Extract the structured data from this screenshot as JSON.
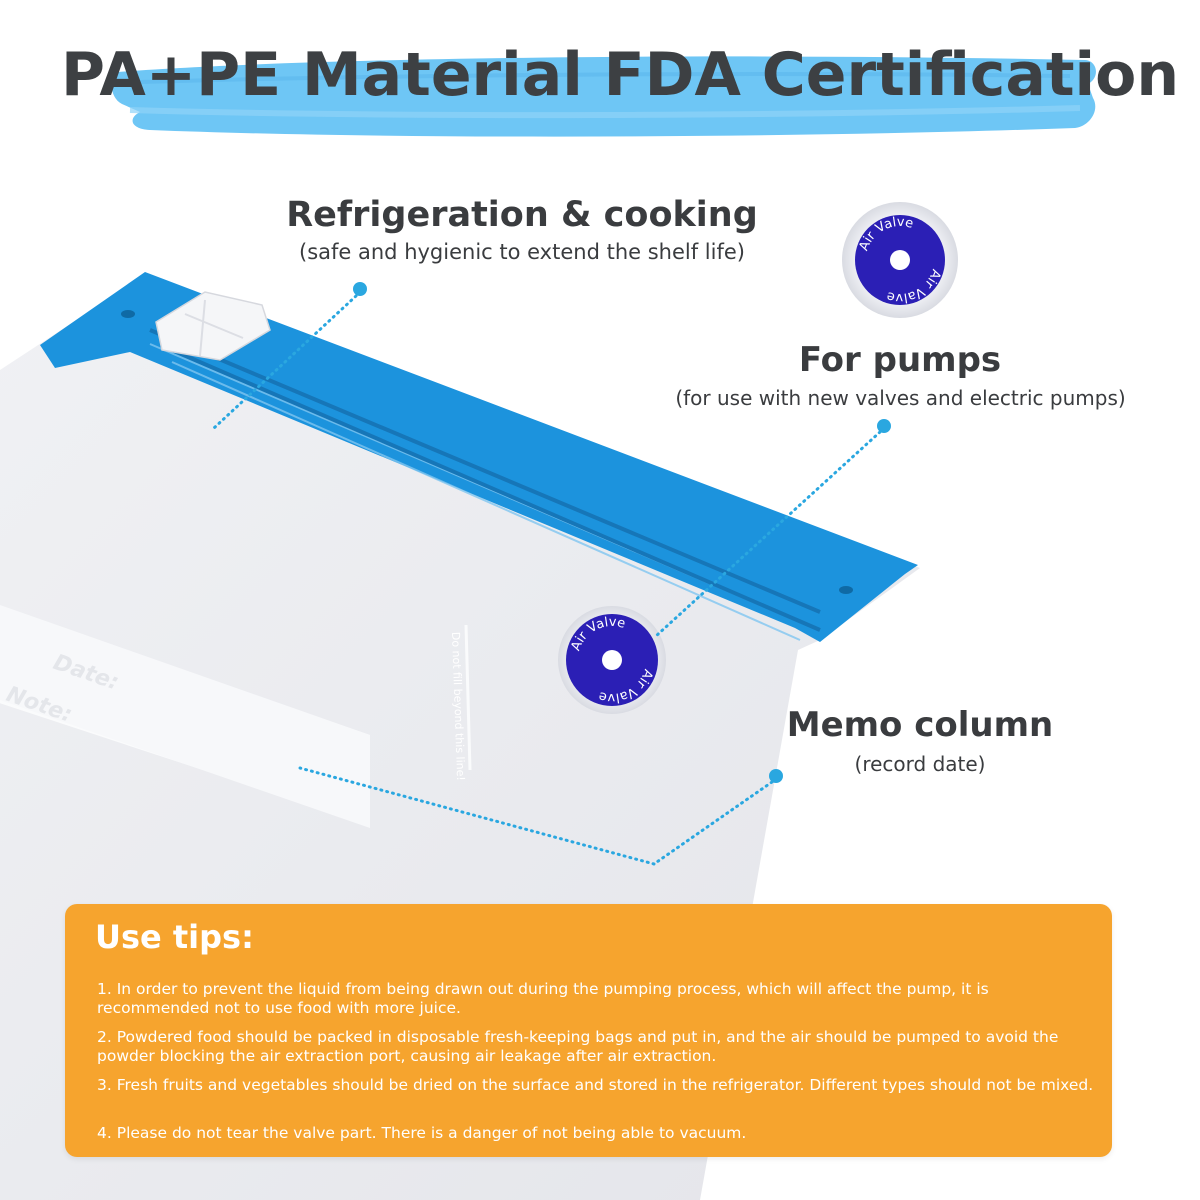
{
  "header": {
    "title": "PA+PE Material  FDA Certification"
  },
  "features": {
    "refrigeration": {
      "title": "Refrigeration & cooking",
      "subtitle": "(safe and hygienic to extend the shelf life)"
    },
    "pumps": {
      "title": "For pumps",
      "subtitle": "(for use with new valves and electric pumps)"
    },
    "memo": {
      "title": "Memo column",
      "subtitle": "(record date)"
    }
  },
  "valve": {
    "top_text": "Air Valve",
    "bottom_text": "Air Valve"
  },
  "bag": {
    "memo_date": "Date:",
    "memo_note": "Note:",
    "fill_line": "Do not fill beyond this line!"
  },
  "tips": {
    "title": "Use tips:",
    "items": [
      "1. In order to prevent the liquid from being drawn out during the pumping process, which will affect the pump, it is recommended not to use food with more juice.",
      "2. Powdered food should be packed in disposable fresh-keeping bags and put in, and the air should be pumped to avoid the powder blocking the air extraction port, causing air leakage after air extraction.",
      "3. Fresh fruits and vegetables should be dried on the surface and stored in the refrigerator. Different types should not be mixed.",
      "4. Please do not tear the valve part. There is a danger of not being able to vacuum."
    ]
  },
  "colors": {
    "brush": "#6ec6f5",
    "zip_blue": "#1c93dd",
    "bag_grey": "#e9eaee",
    "valve_blue": "#2b1fb5",
    "tips_orange": "#f6a42e",
    "dot_blue": "#2aa7e0",
    "text_dark": "#3a3c3f"
  }
}
